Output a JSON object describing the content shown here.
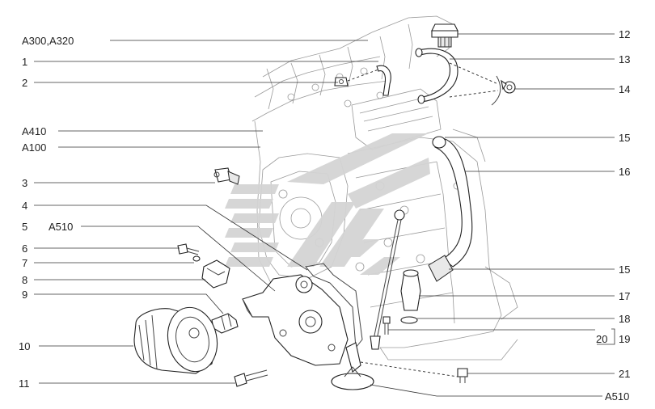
{
  "labels_left": {
    "a300_a320": "A300,A320",
    "n1": "1",
    "n2": "2",
    "a410": "A410",
    "a100": "A100",
    "n3": "3",
    "n4": "4",
    "n5": "5",
    "a510": "A510",
    "n6": "6",
    "n7": "7",
    "n8": "8",
    "n9": "9",
    "n10": "10",
    "n11": "11"
  },
  "labels_right": {
    "n12": "12",
    "n13": "13",
    "n14": "14",
    "n15a": "15",
    "n16": "16",
    "n15b": "15",
    "n17": "17",
    "n18": "18",
    "n20": "20",
    "n19": "19",
    "n21": "21",
    "a510_bottom": "A510"
  },
  "colors": {
    "line": "#333333",
    "engine_line": "#9a9a9a",
    "watermark": "#d4d4d4"
  }
}
